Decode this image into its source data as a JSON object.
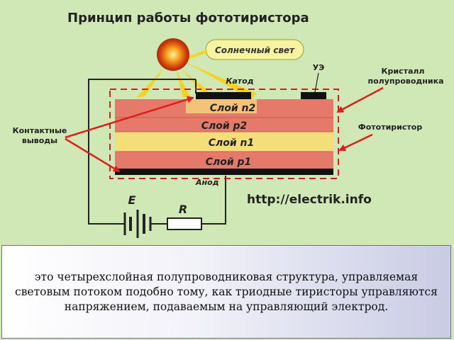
{
  "diagram": {
    "title": "Принцип работы фототиристора",
    "sunlight_label": "Солнечный свет",
    "cathode_label": "Катод",
    "gate_label": "УЭ",
    "crystal_label_line1": "Кристалл",
    "crystal_label_line2": "полупроводника",
    "contacts_label_line1": "Контактные",
    "contacts_label_line2": "выводы",
    "phototyristor_label": "Фототиристор",
    "layers": [
      {
        "name": "Слой n2",
        "color": "#e57a6a"
      },
      {
        "name": "Слой p2",
        "color": "#e57a6a"
      },
      {
        "name": "Слой n1",
        "color": "#f3de7a"
      },
      {
        "name": "Слой p1",
        "color": "#e57a6a"
      }
    ],
    "anode_label": "Анод",
    "battery_label": "E",
    "resistor_label": "R",
    "website": "http://electrik.info",
    "colors": {
      "background": "#cfe8b6",
      "dashed_border": "#cc2222",
      "arrow": "#e01c1c",
      "light_ray": "#f5d320",
      "label_bg": "#f7f4a0"
    }
  },
  "caption": {
    "text": "это четырехслойная полупроводниковая структура, управляемая световым потоком подобно тому, как триодные тиристоры управляются напряжением, подаваемым на управляющий электрод."
  }
}
